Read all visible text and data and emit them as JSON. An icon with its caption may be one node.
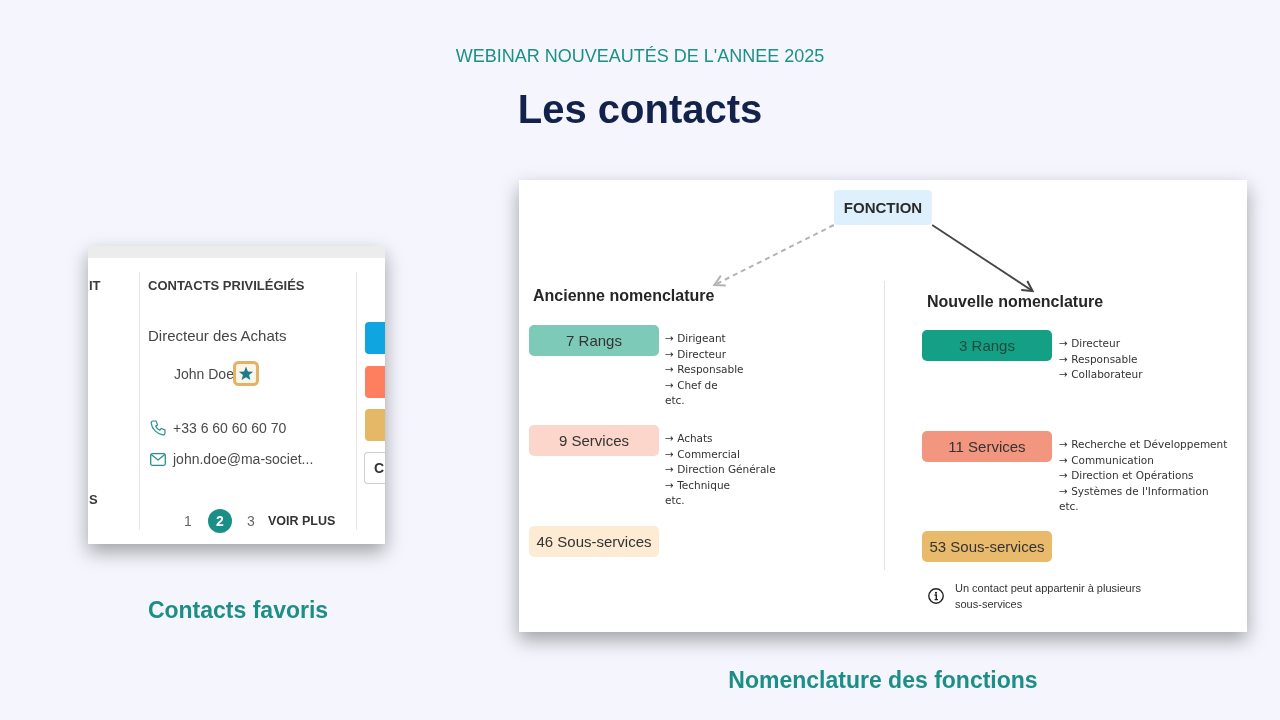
{
  "diagram": {
    "title": "Les contacts",
    "nodes": [
      {
        "text": [
          "FONCTION"
        ]
      },
      {
        "text": [
          "Ancienne nomenclature"
        ]
      },
      {
        "text": [
          "Nouvelle nomenclature"
        ]
      },
      {
        "text": [
          "7 Rangs"
        ],
        "beside": [
          "→ Dirigeant",
          "→ Directeur",
          "→ Responsable",
          "→ Chef de",
          "etc."
        ]
      },
      {
        "text": [
          "9 Services"
        ],
        "beside": [
          "→ Achats",
          "→ Commercial",
          "→ Direction Générale",
          "→ Technique",
          "etc."
        ]
      },
      {
        "text": [
          "46 Sous-services"
        ]
      },
      {
        "text": [
          "3 Rangs"
        ],
        "beside": [
          "→ Directeur",
          "→ Responsable",
          "→ Collaborateur"
        ]
      },
      {
        "text": [
          "11 Services"
        ],
        "beside": [
          "→ Recherche et Développement",
          "→ Communication",
          "→ Direction et Opérations",
          "→ Systèmes de l'Information",
          "etc."
        ]
      },
      {
        "text": [
          "53 Sous-services"
        ]
      }
    ],
    "edges": [
      {
        "from": 0,
        "to": 1,
        "arrow": "to",
        "style": "dashed",
        "color": "#b3b3b3"
      },
      {
        "from": 0,
        "to": 2,
        "arrow": "to",
        "color": "#444444"
      }
    ],
    "labels": [
      "WEBINAR NOUVEAUTÉS DE L'ANNEE 2025",
      "IT",
      "CONTACTS PRIVILÉGIÉS",
      "Directeur des Achats",
      "John Doe",
      "+33 6 60 60 60 70",
      "john.doe@ma-societ...",
      "C",
      "S",
      "1",
      "2",
      "3",
      "VOIR PLUS",
      "Contacts favoris",
      "Un contact peut appartenir à plusieurs sous-services",
      "Nomenclature des fonctions"
    ]
  }
}
